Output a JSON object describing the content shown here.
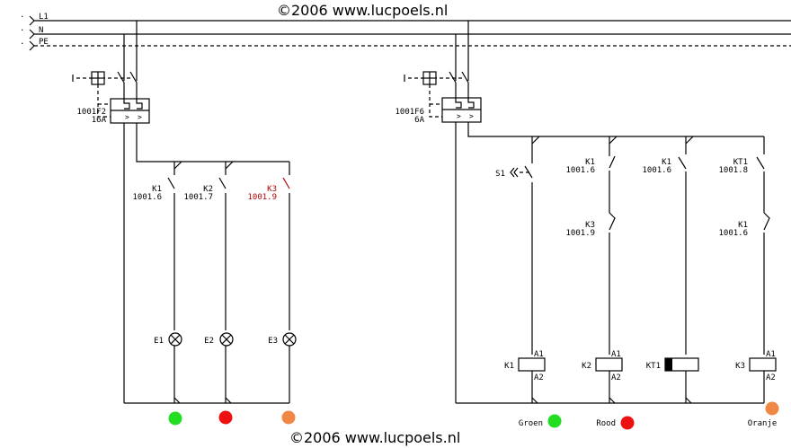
{
  "copyright_top": "©2006 www.lucpoels.nl",
  "copyright_bottom": "©2006 www.lucpoels.nl",
  "busbars": [
    {
      "label": "L1",
      "style": "solid"
    },
    {
      "label": "N",
      "style": "solid"
    },
    {
      "label": "PE",
      "style": "dashed"
    }
  ],
  "left_circuit": {
    "breaker": {
      "id": "1001F2",
      "rating": "16A"
    },
    "contacts": [
      {
        "coil": "K1",
        "ref": "1001.6",
        "highlight": false
      },
      {
        "coil": "K2",
        "ref": "1001.7",
        "highlight": false
      },
      {
        "coil": "K3",
        "ref": "1001.9",
        "highlight": true
      }
    ],
    "lamps": [
      {
        "label": "E1",
        "color": "#22dd22"
      },
      {
        "label": "E2",
        "color": "#ee1111"
      },
      {
        "label": "E3",
        "color": "#ee8844"
      }
    ]
  },
  "right_circuit": {
    "breaker": {
      "id": "1001F6",
      "rating": "6A"
    },
    "pushbutton": {
      "label": "S1"
    },
    "branches": [
      {
        "contacts": [],
        "coil": "K1",
        "timer": false,
        "coil_terminals": [
          "A1",
          "A2"
        ]
      },
      {
        "contacts": [
          {
            "coil": "K1",
            "ref": "1001.6"
          },
          {
            "coil": "K3",
            "ref": "1001.9"
          }
        ],
        "coil": "K2",
        "timer": false,
        "coil_terminals": [
          "A1",
          "A2"
        ]
      },
      {
        "contacts": [
          {
            "coil": "K1",
            "ref": "1001.6"
          }
        ],
        "coil": "KT1",
        "timer": true,
        "coil_terminals": []
      },
      {
        "contacts": [
          {
            "coil": "KT1",
            "ref": "1001.8"
          },
          {
            "coil": "K1",
            "ref": "1001.6"
          }
        ],
        "coil": "K3",
        "timer": false,
        "coil_terminals": [
          "A1",
          "A2"
        ]
      }
    ],
    "indicators": [
      {
        "label": "Groen",
        "color": "#22dd22"
      },
      {
        "label": "Rood",
        "color": "#ee1111"
      },
      {
        "label": "Oranje",
        "color": "#ee8844"
      }
    ]
  }
}
